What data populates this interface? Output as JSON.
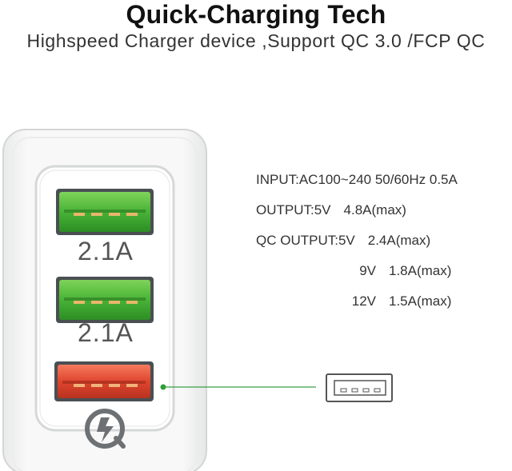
{
  "header": {
    "title": "Quick-Charging Tech",
    "subtitle": "Highspeed Charger device ,Support QC 3.0 /FCP QC"
  },
  "ports": [
    {
      "label": "2.1A",
      "color": "#3aa62e"
    },
    {
      "label": "2.1A",
      "color": "#3aa62e"
    },
    {
      "label": "",
      "color": "#e0452e"
    }
  ],
  "specs": {
    "input": "INPUT:AC100~240 50/60Hz 0.5A",
    "output_v": "OUTPUT:5V",
    "output_a": "4.8A(max)",
    "qc_v": "QC OUTPUT:5V",
    "qc_a": "2.4A(max)",
    "v9": "9V",
    "a9": "1.8A(max)",
    "v12": "12V",
    "a12": "1.5A(max)"
  },
  "icons": {
    "qc_logo": "quick-charge-logo-icon",
    "usb_port": "usb-port-icon"
  }
}
